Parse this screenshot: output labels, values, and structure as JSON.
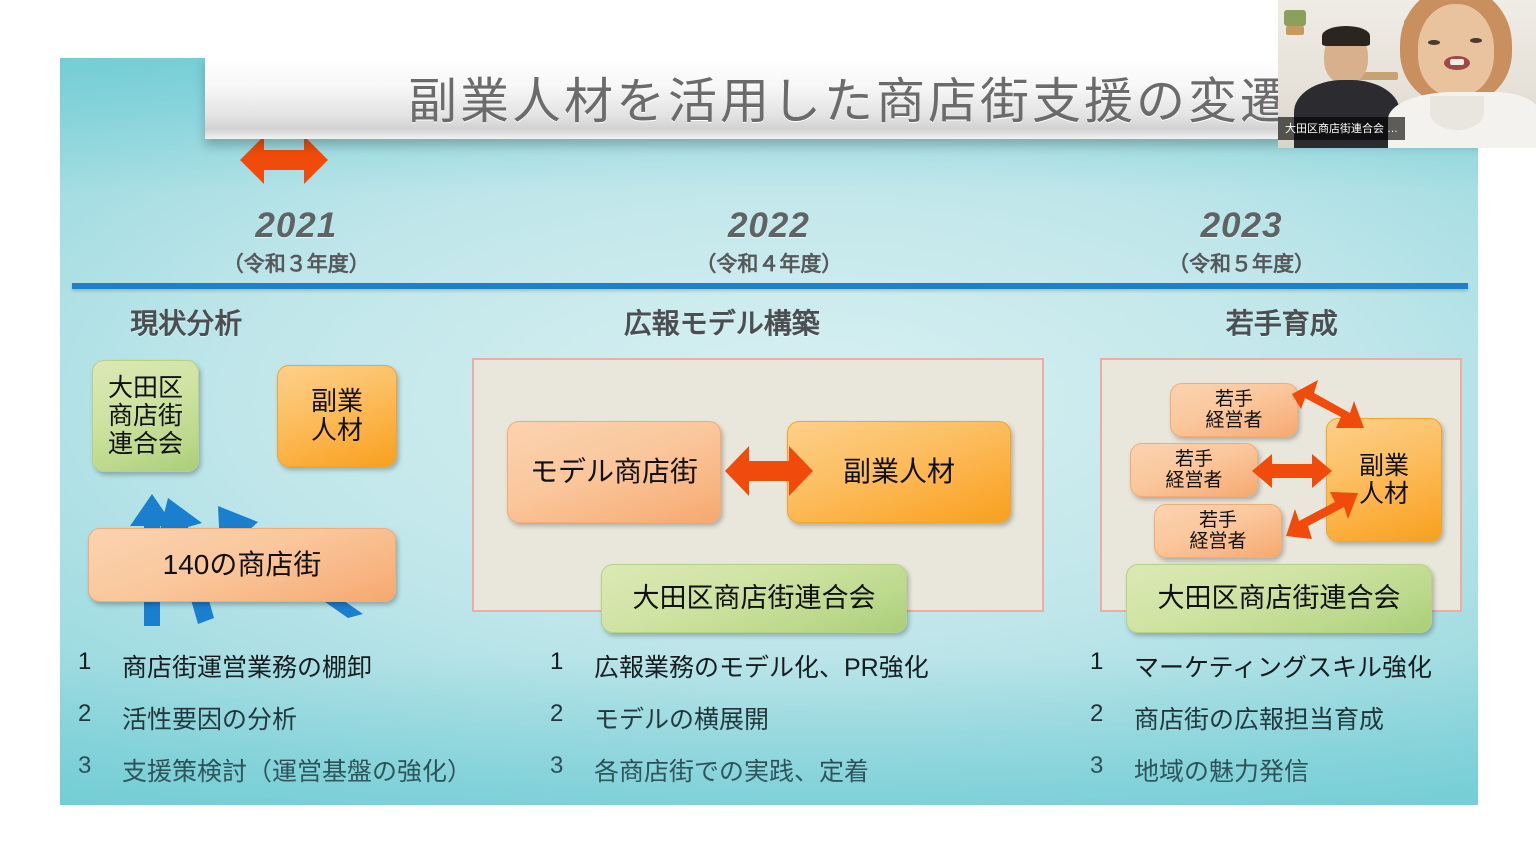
{
  "slide": {
    "title": "副業人材を活用した商店街支援の変遷",
    "divider_color": "#1f80c8",
    "background_color": "#8fd6dc"
  },
  "columns": [
    {
      "year": "2021",
      "era": "（令和３年度）",
      "heading": "現状分析",
      "bullets": [
        {
          "num": "1",
          "text": "商店街運営業務の棚卸"
        },
        {
          "num": "2",
          "text": "活性要因の分析"
        },
        {
          "num": "3",
          "text": "支援策検討（運営基盤の強化）"
        }
      ],
      "boxes": {
        "federation": "大田区\n商店街\n連合会",
        "federation_lines": [
          "大田区",
          "商店街",
          "連合会"
        ],
        "side_job": [
          "副業",
          "人材"
        ],
        "shopping_streets": "140の商店街"
      }
    },
    {
      "year": "2022",
      "era": "（令和４年度）",
      "heading": "広報モデル構築",
      "bullets": [
        {
          "num": "1",
          "text": "広報業務のモデル化、PR強化"
        },
        {
          "num": "2",
          "text": "モデルの横展開"
        },
        {
          "num": "3",
          "text": "各商店街での実践、定着"
        }
      ],
      "boxes": {
        "model_street": "モデル商店街",
        "side_job": "副業人材",
        "federation": "大田区商店街連合会"
      }
    },
    {
      "year": "2023",
      "era": "（令和５年度）",
      "heading": "若手育成",
      "bullets": [
        {
          "num": "1",
          "text": "マーケティングスキル強化"
        },
        {
          "num": "2",
          "text": "商店街の広報担当育成"
        },
        {
          "num": "3",
          "text": "地域の魅力発信"
        }
      ],
      "boxes": {
        "young_owner_1": [
          "若手",
          "経営者"
        ],
        "young_owner_2": [
          "若手",
          "経営者"
        ],
        "young_owner_3": [
          "若手",
          "経営者"
        ],
        "side_job": [
          "副業",
          "人材"
        ],
        "federation": "大田区商店街連合会"
      }
    }
  ],
  "video": {
    "participant_name": "大田区商店街連合会 …"
  },
  "colors": {
    "arrow_orange": "#f04b0a",
    "arrow_blue": "#1b7fd0",
    "green_box": "#cfe3a3",
    "peach_box": "#f9c398",
    "orange_box": "#fbb23f",
    "panel_fill": "#e9e7dc",
    "panel_border": "#edaca4"
  }
}
